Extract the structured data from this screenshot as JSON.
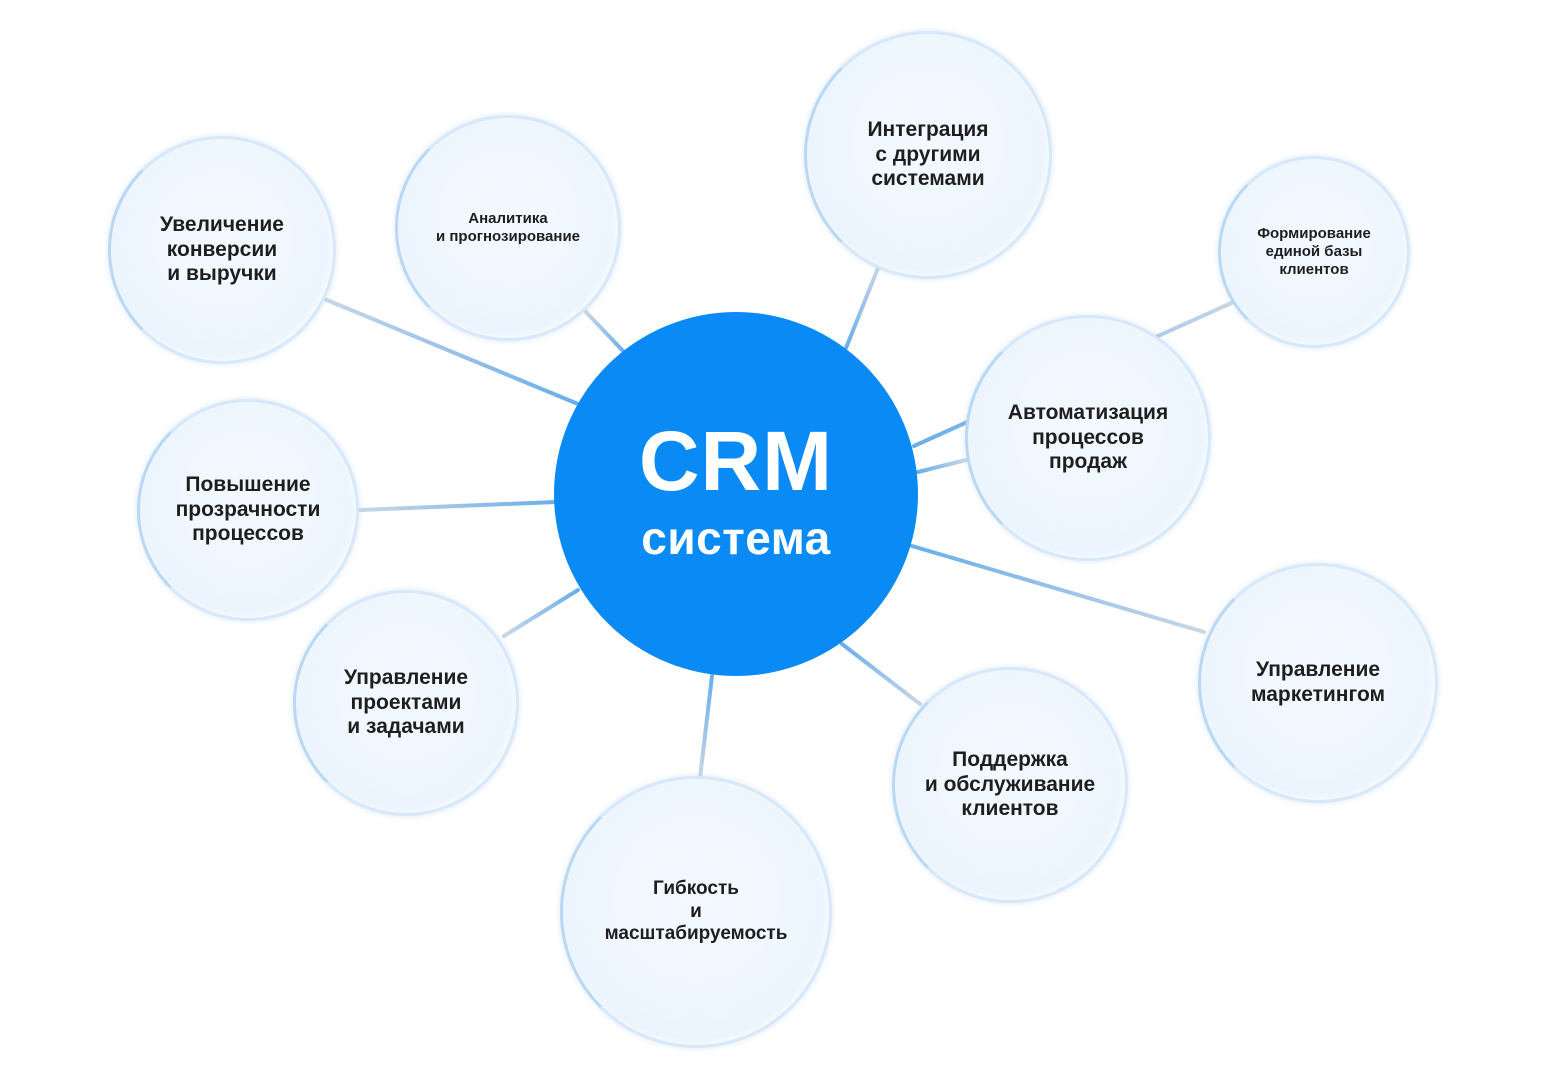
{
  "diagram": {
    "type": "mind-map",
    "center": {
      "title": "CRM",
      "subtitle": "система",
      "color": "#0A8AF5"
    },
    "link_color": "#6AAEEA",
    "link_faded_color": "#C9D7E6",
    "node_fill": "#EEF6FE",
    "node_border": "#D6E8F9",
    "nodes": [
      {
        "id": "conversion",
        "label": "Увеличение\nконверсии\nи выручки"
      },
      {
        "id": "analytics",
        "label": "Аналитика\nи прогнозирование"
      },
      {
        "id": "integration",
        "label": "Интеграция\nс другими\nсистемами"
      },
      {
        "id": "client-base",
        "label": "Формирование\nединой базы\nклиентов"
      },
      {
        "id": "sales-automation",
        "label": "Автоматизация\nпроцессов\nпродаж"
      },
      {
        "id": "marketing",
        "label": "Управление\nмаркетингом"
      },
      {
        "id": "support",
        "label": "Поддержка\nи обслуживание\nклиентов"
      },
      {
        "id": "flexibility",
        "label": "Гибкость\nи\nмасштабируемость"
      },
      {
        "id": "projects",
        "label": "Управление\nпроектами\nи задачами"
      },
      {
        "id": "transparency",
        "label": "Повышение\nпрозрачности\nпроцессов"
      }
    ]
  }
}
